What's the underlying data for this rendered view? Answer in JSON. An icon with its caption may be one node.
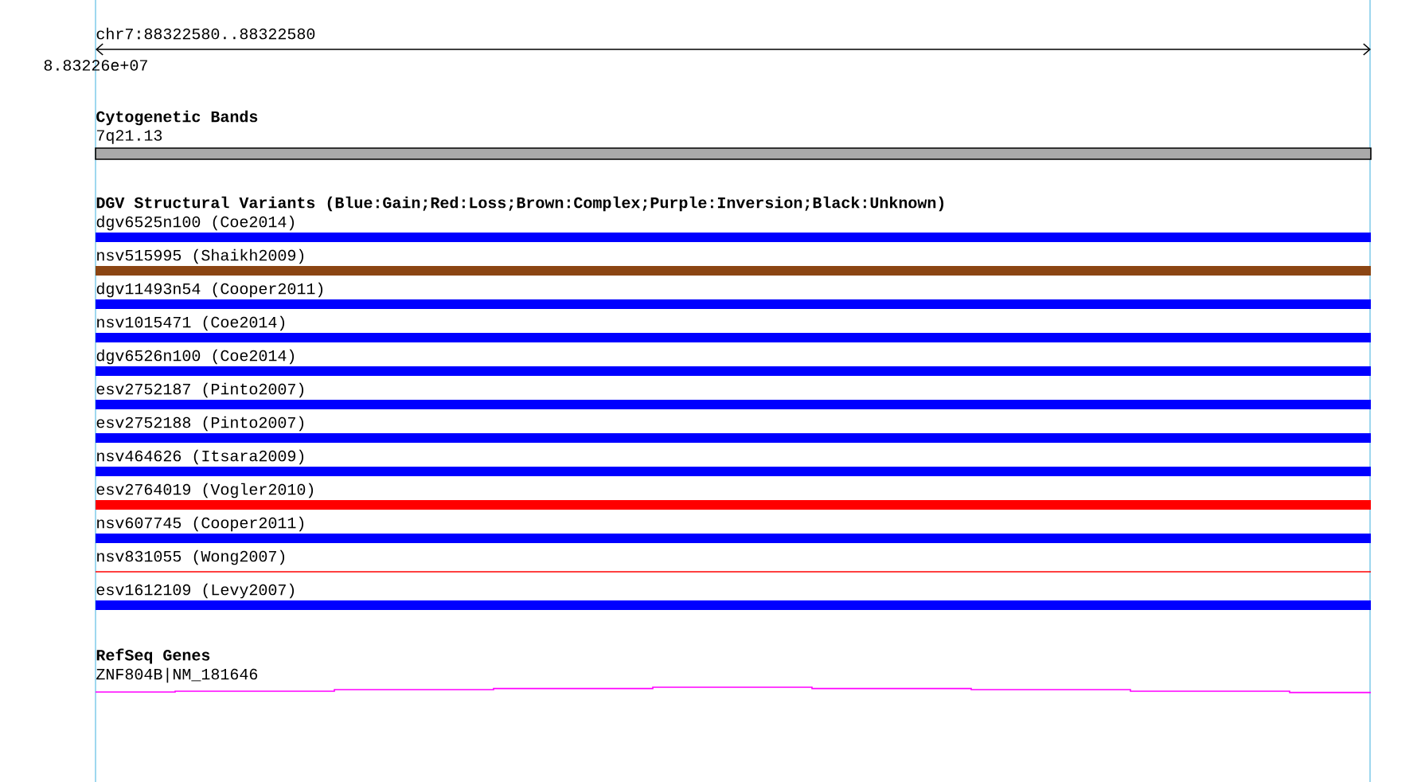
{
  "diagram": {
    "nodes": [
      {
        "text": [
          "7q21.13"
        ]
      },
      {
        "text": [
          "dgv6525n100 (Coe2014)"
        ]
      },
      {
        "text": [
          "nsv515995 (Shaikh2009)"
        ]
      },
      {
        "text": [
          "dgv11493n54 (Cooper2011)"
        ]
      },
      {
        "text": [
          "nsv1015471 (Coe2014)"
        ]
      },
      {
        "text": [
          "dgv6526n100 (Coe2014)"
        ]
      },
      {
        "text": [
          "esv2752187 (Pinto2007)"
        ]
      },
      {
        "text": [
          "esv2752188 (Pinto2007)"
        ]
      },
      {
        "text": [
          "nsv464626 (Itsara2009)"
        ]
      },
      {
        "text": [
          "esv2764019 (Vogler2010)"
        ]
      },
      {
        "text": [
          "nsv607745 (Cooper2011)"
        ]
      },
      {
        "text": [
          "nsv831055 (Wong2007)"
        ]
      },
      {
        "text": [
          "esv1612109 (Levy2007)"
        ]
      },
      {
        "text": [
          "ZNF804B|NM_181646"
        ]
      }
    ],
    "labels": [
      "chr7:88322580..88322580",
      "8.83226e+07",
      "Cytogenetic Bands",
      "DGV Structural Variants (Blue:Gain;Red:Loss;Brown:Complex;Purple:Inversion;Black:Unknown)",
      "RefSeq Genes"
    ]
  }
}
